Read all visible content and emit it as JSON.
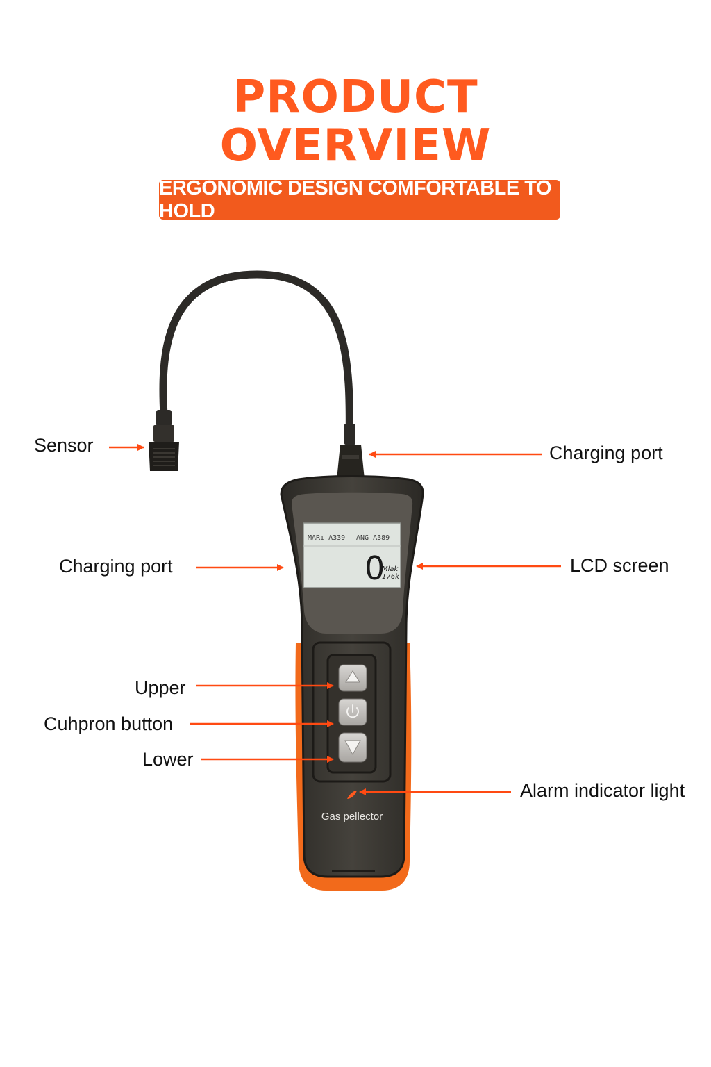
{
  "header": {
    "title_line1": "PRODUCT",
    "title_line2": "OVERVIEW",
    "banner": "ERGONOMIC DESIGN COMFORTABLE TO HOLD"
  },
  "device": {
    "lcd_left": "MARı A339",
    "lcd_right": "ANG A389",
    "lcd_value": "0",
    "lcd_unit1": "Mlak",
    "lcd_unit2": "176k",
    "brand_label": "Gas pellector",
    "icons": [
      "up-arrow-icon",
      "power-icon",
      "down-arrow-icon"
    ]
  },
  "callouts": {
    "sensor": "Sensor",
    "charging_port_top": "Charging port",
    "charging_port_left": "Charging port",
    "lcd_screen": "LCD screen",
    "upper": "Upper",
    "function_button": "Cuhpron button",
    "lower": "Lower",
    "alarm_light": "Alarm indicator light"
  },
  "colors": {
    "accent": "#ff5a1f",
    "body": "#3f3c37",
    "lcd": "#dfe4df",
    "bumper": "#f26a1b"
  }
}
